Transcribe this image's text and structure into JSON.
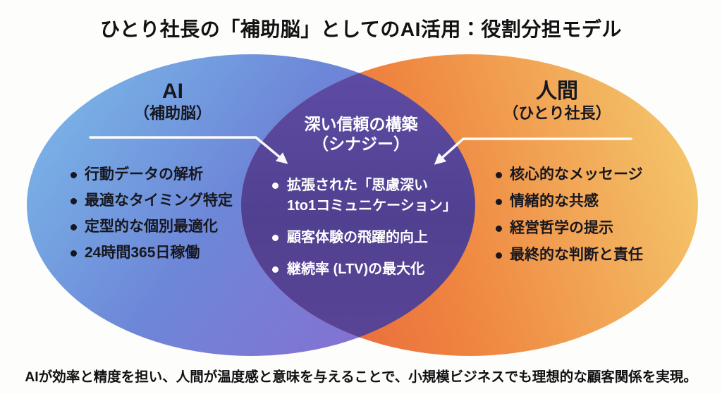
{
  "title": "ひとり社長の「補助脳」としてのAI活用：役割分担モデル",
  "footer": "AIが効率と精度を担い、人間が温度感と意味を与えることで、小規模ビジネスでも理想的な顧客関係を実現。",
  "venn": {
    "left": {
      "title": "AI",
      "subtitle": "（補助脳）",
      "items": [
        "行動データの解析",
        "最適なタイミング特定",
        "定型的な個別最適化",
        "24時間365日稼働"
      ]
    },
    "center": {
      "title": "深い信頼の構築",
      "subtitle": "（シナジー）",
      "items": [
        "拡張された「思慮深い\n1to1コミュニケーション」",
        "顧客体験の飛躍的向上",
        "継続率 (LTV)の最大化"
      ]
    },
    "right": {
      "title": "人間",
      "subtitle": "（ひとり社長）",
      "items": [
        "核心的なメッセージ",
        "情緒的な共感",
        "経営哲学の提示",
        "最終的な判断と責任"
      ]
    }
  },
  "colors": {
    "c-bg": "#fdfdfc",
    "c-text-dark": "#17171f",
    "c-text-light": "#ffffff",
    "c-left-edge": "#7ab4e7",
    "c-left-mid": "#6d87d8",
    "c-left-inner": "#8a6bd1",
    "c-right-inner": "#e6603a",
    "c-right-mid": "#ef8540",
    "c-right-edge": "#f4c46a",
    "c-overlap-top": "#5f4da6",
    "c-overlap-mid": "#514090",
    "c-overlap-bottom": "#5a4496"
  }
}
